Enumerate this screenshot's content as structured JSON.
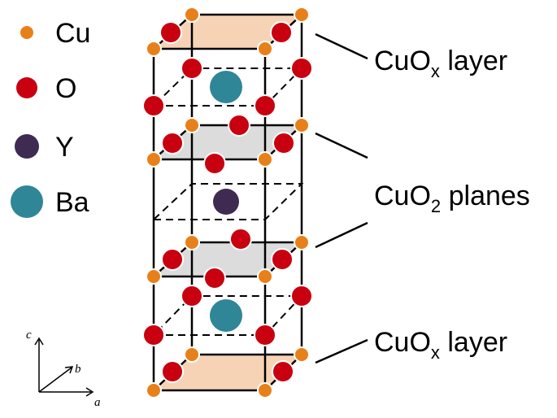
{
  "legend": {
    "cu": {
      "label": "Cu",
      "color": "#E8801A"
    },
    "o": {
      "label": "O",
      "color": "#C8000F"
    },
    "y": {
      "label": "Y",
      "color": "#3F2B52"
    },
    "ba": {
      "label": "Ba",
      "color": "#2F8697"
    }
  },
  "labels": {
    "top": {
      "base": "CuO",
      "sub": "x",
      "rest": " layer"
    },
    "middle": {
      "base": "CuO",
      "sub": "2",
      "rest": " planes"
    },
    "bottom": {
      "base": "CuO",
      "sub": "x",
      "rest": " layer"
    }
  },
  "axes": {
    "c": "c",
    "b": "b",
    "a": "a"
  },
  "colors": {
    "chain_fill": "#F7D3B5",
    "plane_fill": "#DCDCDC"
  }
}
